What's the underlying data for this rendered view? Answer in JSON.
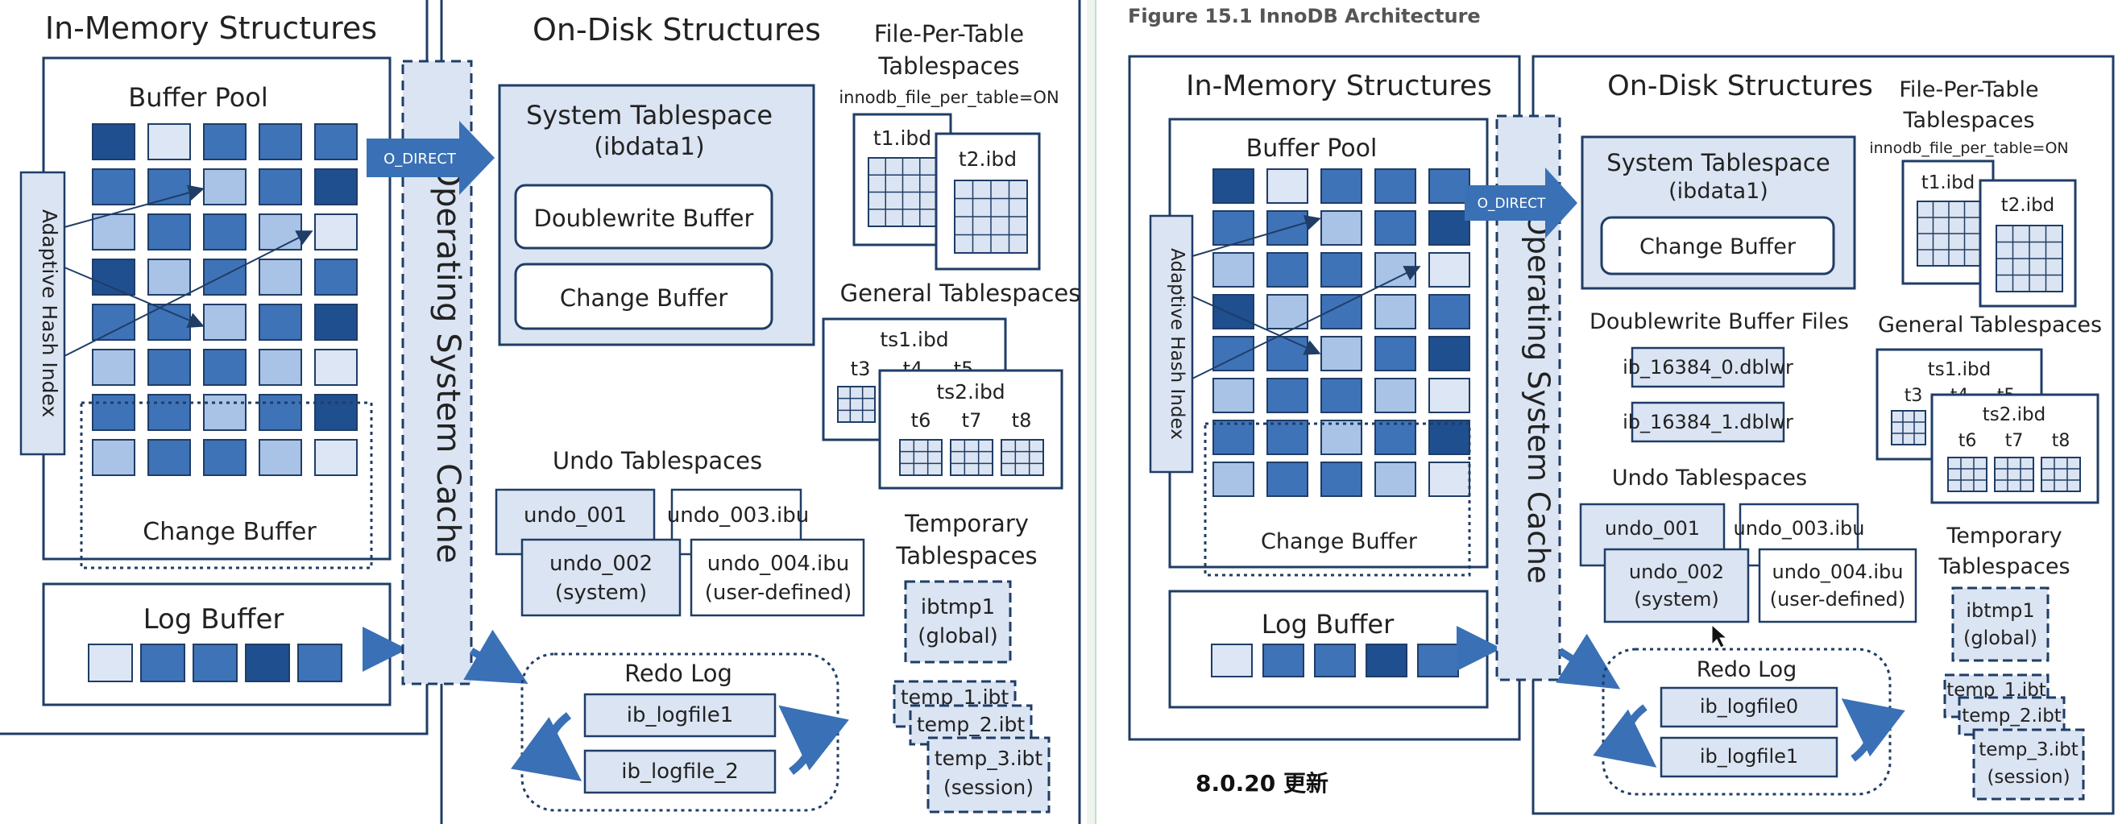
{
  "left": {
    "in_memory_title": "In-Memory Structures",
    "on_disk_title": "On-Disk Structures",
    "buffer_pool": "Buffer Pool",
    "adaptive_hash_index": "Adaptive Hash Index",
    "change_buffer_mem": "Change Buffer",
    "log_buffer": "Log Buffer",
    "os_cache": "Operating System Cache",
    "o_direct": "O_DIRECT",
    "system_tablespace": "System Tablespace",
    "ibdata1": "(ibdata1)",
    "doublewrite_buffer": "Doublewrite Buffer",
    "change_buffer_disk": "Change Buffer",
    "file_per_table_1": "File-Per-Table",
    "file_per_table_2": "Tablespaces",
    "file_per_table_option": "innodb_file_per_table=ON",
    "t1": "t1.ibd",
    "t2": "t2.ibd",
    "general_tablespaces": "General Tablespaces",
    "ts1": "ts1.ibd",
    "ts2": "ts2.ibd",
    "t3": "t3",
    "t4": "t4",
    "t5": "t5",
    "t6": "t6",
    "t7": "t7",
    "t8": "t8",
    "undo_tablespaces": "Undo Tablespaces",
    "undo_001": "undo_001",
    "undo_002": "undo_002",
    "undo_002_sub": "(system)",
    "undo_003": "undo_003.ibu",
    "undo_004": "undo_004.ibu",
    "undo_004_sub": "(user-defined)",
    "temporary_1": "Temporary",
    "temporary_2": "Tablespaces",
    "ibtmp1": "ibtmp1",
    "ibtmp1_sub": "(global)",
    "temp1": "temp_1.ibt",
    "temp2": "temp_2.ibt",
    "temp3": "temp_3.ibt",
    "temp3_sub": "(session)",
    "redo_log": "Redo Log",
    "logfile_a": "ib_logfile1",
    "logfile_b": "ib_logfile_2"
  },
  "right": {
    "figure_caption": "Figure 15.1 InnoDB Architecture",
    "in_memory_title": "In-Memory Structures",
    "on_disk_title": "On-Disk Structures",
    "buffer_pool": "Buffer Pool",
    "adaptive_hash_index": "Adaptive Hash Index",
    "change_buffer_mem": "Change Buffer",
    "log_buffer": "Log Buffer",
    "os_cache": "Operating System Cache",
    "o_direct": "O_DIRECT",
    "system_tablespace": "System Tablespace",
    "ibdata1": "(ibdata1)",
    "change_buffer_disk": "Change Buffer",
    "doublewrite_files": "Doublewrite Buffer Files",
    "dblwr_0": "ib_16384_0.dblwr",
    "dblwr_1": "ib_16384_1.dblwr",
    "file_per_table_1": "File-Per-Table",
    "file_per_table_2": "Tablespaces",
    "file_per_table_option": "innodb_file_per_table=ON",
    "t1": "t1.ibd",
    "t2": "t2.ibd",
    "general_tablespaces": "General Tablespaces",
    "ts1": "ts1.ibd",
    "ts2": "ts2.ibd",
    "t3": "t3",
    "t4": "t4",
    "t5": "t5",
    "t6": "t6",
    "t7": "t7",
    "t8": "t8",
    "undo_tablespaces": "Undo Tablespaces",
    "undo_001": "undo_001",
    "undo_002": "undo_002",
    "undo_002_sub": "(system)",
    "undo_003": "undo_003.ibu",
    "undo_004": "undo_004.ibu",
    "undo_004_sub": "(user-defined)",
    "temporary_1": "Temporary",
    "temporary_2": "Tablespaces",
    "ibtmp1": "ibtmp1",
    "ibtmp1_sub": "(global)",
    "temp1": "temp_1.ibt",
    "temp2": "temp_2.ibt",
    "temp3": "temp_3.ibt",
    "temp3_sub": "(session)",
    "redo_log": "Redo Log",
    "logfile_a": "ib_logfile0",
    "logfile_b": "ib_logfile1",
    "version_note": "8.0.20 更新"
  },
  "colors": {
    "page_dark": "#1f4f8f",
    "page_mid": "#3f73b8",
    "page_light": "#a9c3e6",
    "page_pale": "#dce6f4",
    "box_fill": "#dbe4f2",
    "border": "#1f3d66",
    "arrow": "#3a70b5"
  }
}
